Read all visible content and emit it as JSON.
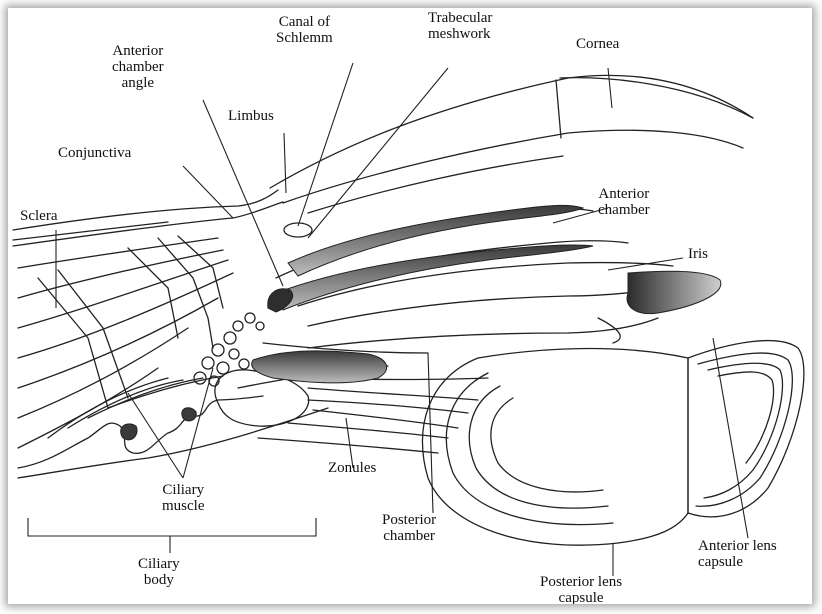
{
  "labels": {
    "canal_of_schlemm": "Canal of\nSchlemm",
    "trabecular_meshwork": "Trabecular\nmeshwork",
    "cornea": "Cornea",
    "anterior_chamber_angle": "Anterior\nchamber\nangle",
    "limbus": "Limbus",
    "conjunctiva": "Conjunctiva",
    "sclera": "Sclera",
    "anterior_chamber": "Anterior\nchamber",
    "iris": "Iris",
    "zonules": "Zonules",
    "ciliary_muscle": "Ciliary\nmuscle",
    "posterior_chamber": "Posterior\nchamber",
    "anterior_lens_capsule": "Anterior lens\ncapsule",
    "ciliary_body": "Ciliary\nbody",
    "posterior_lens_capsule": "Posterior lens\ncapsule"
  }
}
